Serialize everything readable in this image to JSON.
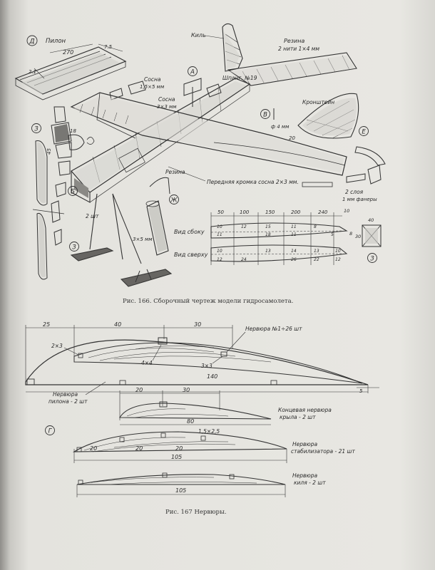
{
  "fig166": {
    "caption": "Рис. 166. Сборочный чертеж модели гидросамолета.",
    "letters": {
      "a_circle": "А",
      "d_circle": "Д",
      "v_circle": "В",
      "e_circle": "Е",
      "zh_circle": "Ж",
      "z_circle_1": "З",
      "z_circle_2": "З",
      "z_circle_3": "З",
      "b_circle": "Б"
    },
    "pylon": {
      "title": "Пилон",
      "dim_270": "270",
      "dim_75": "7.5",
      "dim_21": "2.1"
    },
    "fin": {
      "label": "Киль"
    },
    "rubber_top": {
      "line1": "Резина",
      "line2": "2 нити 1×4 мм"
    },
    "pine_15x5": {
      "line1": "Сосна",
      "line2": "1,5×5 мм"
    },
    "pine_3x3": {
      "line1": "Сосна",
      "line2": "3×3 мм"
    },
    "frame": "Шпанг. №19",
    "brackets": "Кронштейн",
    "phi4": "ф 4 мм",
    "dim_20": "20",
    "dim_18": "18",
    "dim_45": "45",
    "rubber_zh": "Резина",
    "leading_edge": "Передняя кромка сосна 2×3 мм.",
    "two_pcs": "2 шт",
    "layers": {
      "line1": "2 слоя",
      "line2": "1 мм фанеры"
    },
    "size_35": "3×5 мм",
    "views": {
      "side": "Вид сбоку",
      "top": "Вид сверху",
      "top_dims": [
        "50",
        "100",
        "150",
        "200",
        "240"
      ],
      "end_dim": "10",
      "side_upper": [
        "10",
        "12",
        "15",
        "11",
        "8"
      ],
      "side_lower": [
        "11",
        "18",
        "11",
        "5"
      ],
      "top_upper": [
        "10",
        "13",
        "14",
        "13",
        "10"
      ],
      "top_lower": [
        "12",
        "24",
        "26",
        "22",
        "12"
      ],
      "right_dim": "8",
      "sect_40": "40",
      "sect_30": "30"
    }
  },
  "fig167": {
    "caption": "Рис. 167 Нервюры.",
    "main_rib": {
      "top_dims": [
        "25",
        "40",
        "30"
      ],
      "label": "Нервюра №1÷26 шт",
      "spar_23": "2×3",
      "spar_44": "4×4",
      "spar_33": "3×3",
      "length": "140",
      "end": "5"
    },
    "pylon_rib": {
      "line1": "Нервюра",
      "line2": "пилона - 2 шт"
    },
    "g_letter": "Г",
    "tip_rib": {
      "dims": [
        "20",
        "30"
      ],
      "length": "80",
      "line1": "Концевая нервюра",
      "line2": "крыла - 2 шт"
    },
    "stab_rib": {
      "spar": "1,5×2,5",
      "dims": [
        "20",
        "20",
        "20"
      ],
      "length": "105",
      "line1": "Нервюра",
      "line2": "стабилизатора - 21 шт"
    },
    "fin_rib": {
      "length": "105",
      "line1": "Нервюра",
      "line2": "киля - 2 шт"
    }
  }
}
